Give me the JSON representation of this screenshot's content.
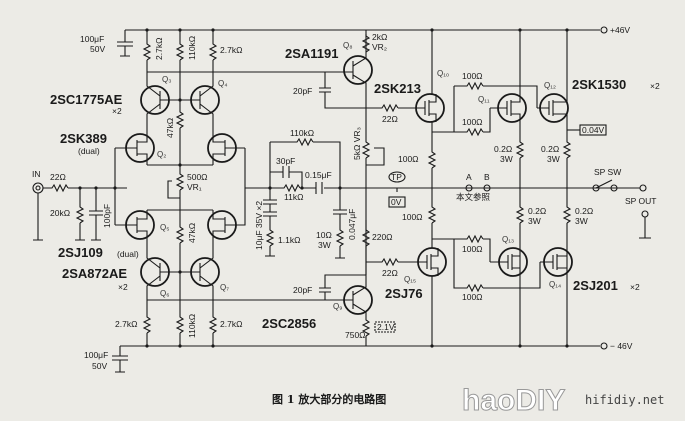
{
  "rails": {
    "pos": "+46V",
    "neg": "− 46V"
  },
  "input": {
    "label": "IN",
    "r_in": "22Ω",
    "r_gnd": "20kΩ",
    "c_in": "100pF"
  },
  "supply_caps": {
    "top": "100μF",
    "top_v": "50V",
    "bottom": "100μF",
    "bottom_v": "50V"
  },
  "parts": {
    "q3q4": "2SC1775AE",
    "q3q4_mult": "×2",
    "q2": "2SK389",
    "q2_note": "(dual)",
    "q5": "2SJ109",
    "q5_note": "(dual)",
    "q6q7": "2SA872AE",
    "q6q7_mult": "×2",
    "q8": "2SA1191",
    "q9": "2SC2856",
    "q10": "2SK213",
    "q15": "2SJ76",
    "q11q12": "2SK1530",
    "q11q12_mult": "×2",
    "q13q14": "2SJ201",
    "q13q14_mult": "×2"
  },
  "qlabels": {
    "q3": "Q₃",
    "q4": "Q₄",
    "q2": "Q₂",
    "q5": "Q₅",
    "q6": "Q₆",
    "q7": "Q₇",
    "q8": "Q₈",
    "q9": "Q₉",
    "q10": "Q₁₀",
    "q11": "Q₁₁",
    "q12": "Q₁₂",
    "q13": "Q₁₃",
    "q14": "Q₁₄",
    "q15": "Q₁₅"
  },
  "values": {
    "r27k_tl": "2.7kΩ",
    "r110k_t": "110kΩ",
    "r27k_tr": "2.7kΩ",
    "r47k_t": "47kΩ",
    "r47k_b": "47kΩ",
    "vr1": "500Ω",
    "vr1_name": "VR₁",
    "r27k_bl": "2.7kΩ",
    "r110k_b": "110kΩ",
    "r27k_br": "2.7kΩ",
    "vr2": "2kΩ",
    "vr2_name": "VR₂",
    "c20p_t": "20pF",
    "c20p_b": "20pF",
    "r22_t": "22Ω",
    "r22_b": "22Ω",
    "vr3": "5kΩ VR₃",
    "rf": "110kΩ",
    "c30p": "30pF",
    "c015": "0.15μF",
    "r11k": "11kΩ",
    "c10u": "10μF 35V ×2",
    "r1k1": "1.1kΩ",
    "c0047": "0.047μF",
    "r10": "10Ω",
    "r10_w": "3W",
    "r100_t": "100Ω",
    "r220": "220Ω",
    "r100_m": "100Ω",
    "r750": "750Ω",
    "rg_t1": "100Ω",
    "rg_t2": "100Ω",
    "rg_b1": "100Ω",
    "rg_b2": "100Ω",
    "rs1": "0.2Ω",
    "rs2": "0.2Ω",
    "rs3": "0.2Ω",
    "rs4": "0.2Ω",
    "rs_w": "3W"
  },
  "test_points": {
    "tp": "TP",
    "v0": "0V",
    "v004": "0.04V",
    "v21": "2.1V"
  },
  "output": {
    "a": "A",
    "b": "B",
    "ab_note": "本文参照",
    "sp_sw": "SP SW",
    "sp_out": "SP OUT"
  },
  "caption": "图 1   放大部分的电路图",
  "watermark": {
    "logo": "haoDIY",
    "site": "hifidiy.net"
  }
}
